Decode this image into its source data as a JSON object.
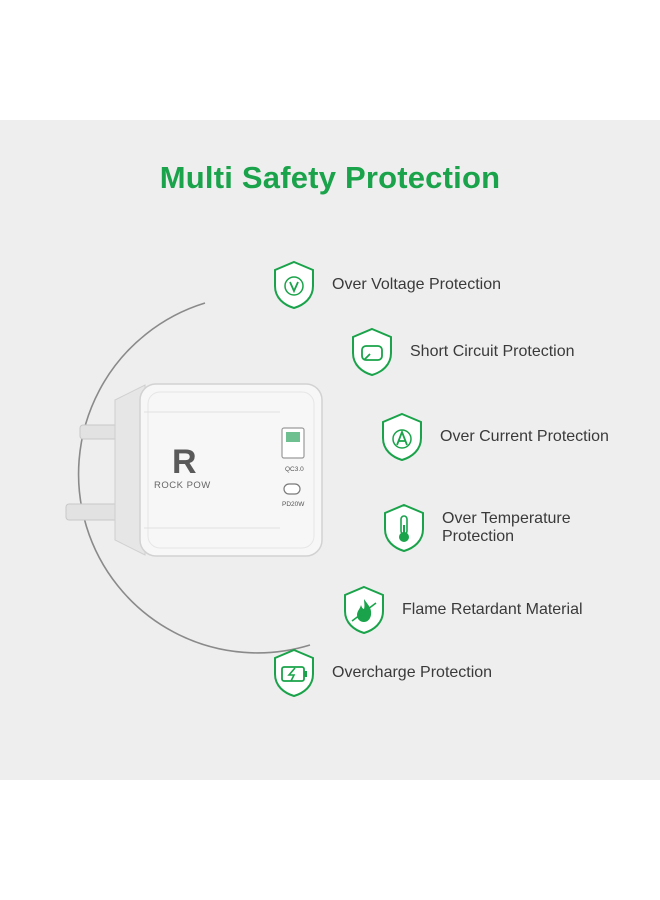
{
  "title": "Multi Safety Protection",
  "brand": {
    "name": "ROCK POW",
    "letter": "R",
    "usb_a_label": "QC3.0",
    "usb_c_label": "PD20W"
  },
  "colors": {
    "accent": "#1aa34a",
    "panel": "#eeeeee",
    "text": "#3a3a3a"
  },
  "features": [
    {
      "label": "Over Voltage Protection",
      "icon": "voltage-icon"
    },
    {
      "label": "Short Circuit Protection",
      "icon": "short-circuit-icon"
    },
    {
      "label": "Over Current Protection",
      "icon": "current-icon"
    },
    {
      "label": "Over Temperature",
      "label2": "Protection",
      "icon": "thermometer-icon"
    },
    {
      "label": "Flame Retardant Material",
      "icon": "flame-icon"
    },
    {
      "label": "Overcharge Protection",
      "icon": "battery-icon"
    }
  ]
}
